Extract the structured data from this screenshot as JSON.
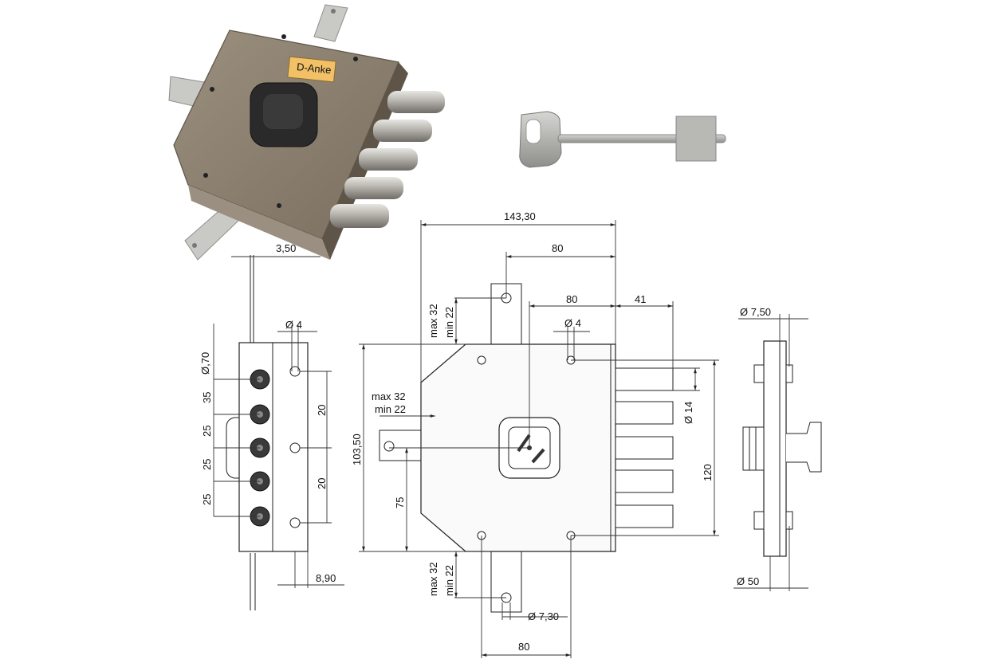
{
  "dimensions": {
    "overall_width": "143,30",
    "width_80_top": "80",
    "width_80_mid": "80",
    "width_41": "41",
    "width_80_bottom": "80",
    "bolt_dia_14": "Ø 14",
    "height_120": "120",
    "height_103": "103,50",
    "max32_top": "max 32",
    "min22_top": "min 22",
    "max32_mid": "max 32",
    "min22_mid": "min 22",
    "max32_bot": "max 32",
    "min22_bot": "min 22",
    "height_75": "75",
    "hole_dia_4_front": "Ø 4",
    "hole_dia_730": "Ø 7,30",
    "thickness_350": "3,50",
    "hole_dia_4_side": "Ø 4",
    "bolt_dia_70": "Ø,70",
    "pitch_35": "35",
    "pitch_25a": "25",
    "pitch_25b": "25",
    "pitch_25c": "25",
    "pitch_20a": "20",
    "pitch_20b": "20",
    "offset_890": "8,90",
    "dia_750": "Ø 7,50",
    "dia_50": "Ø 50"
  },
  "label_text": "D-Anke",
  "colors": {
    "lock_body": "#8a7e6e",
    "lock_body_dark": "#6e6455",
    "bolt_steel": "#b9b6b0",
    "key_steel": "#a6a6a2",
    "line": "#222222"
  }
}
